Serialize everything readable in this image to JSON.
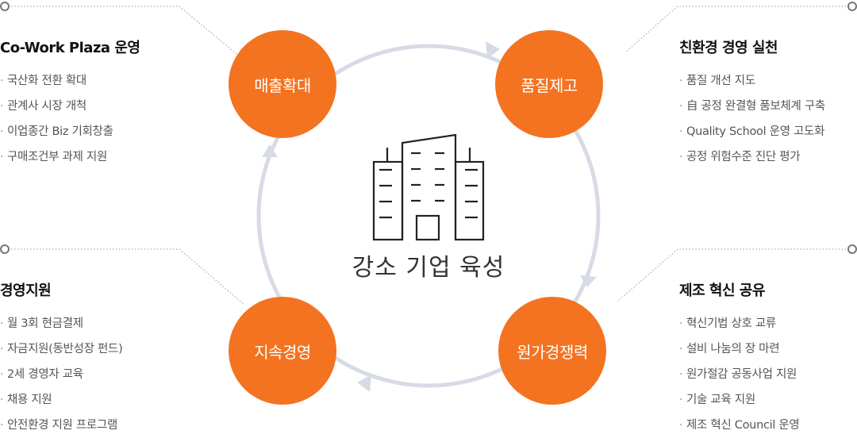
{
  "center": {
    "title": "강소 기업 육성",
    "icon": "building-icon"
  },
  "cycle": [
    {
      "id": "sales",
      "label": "매출확대"
    },
    {
      "id": "quality",
      "label": "품질제고"
    },
    {
      "id": "cost",
      "label": "원가경쟁력"
    },
    {
      "id": "sustain",
      "label": "지속경영"
    }
  ],
  "panels": {
    "top_left": {
      "title": "Co-Work Plaza 운영",
      "items": [
        "국산화 전환 확대",
        "관계사 시장 개척",
        "이업종간 Biz 기회창출",
        "구매조건부 과제 지원"
      ]
    },
    "top_right": {
      "title": "친환경 경영 실천",
      "items": [
        "품질 개선 지도",
        "自 공정 완결형 품보체계 구축",
        "Quality School 운영 고도화",
        "공정 위험수준 진단 평가"
      ]
    },
    "bottom_left": {
      "title": "경영지원",
      "items": [
        "월 3회 현금결제",
        "자금지원(동반성장 펀드)",
        "2세 경영자 교육",
        "채용 지원",
        "안전환경 지원 프로그램"
      ]
    },
    "bottom_right": {
      "title": "제조 혁신 공유",
      "items": [
        "혁신기법 상호 교류",
        "설비 나눔의 장 마련",
        "원가절감 공동사업 지원",
        "기술 교육 지원",
        "제조 혁신 Council 운영"
      ]
    }
  },
  "colors": {
    "accent": "#f37321",
    "ring": "#d7dbe6",
    "text": "#333333"
  }
}
